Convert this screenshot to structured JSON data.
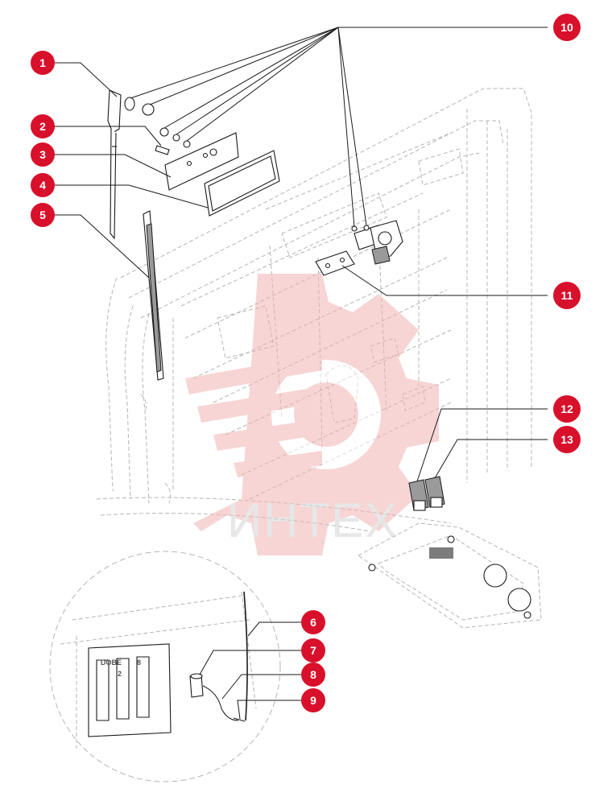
{
  "watermark": {
    "text": "ИНТЕХ",
    "color": "#f1b3b3"
  },
  "panel_labels": {
    "code": "DOBE",
    "num_a": "8",
    "num_b": "2"
  },
  "callouts": [
    {
      "label": "1",
      "part": "wiper-arm"
    },
    {
      "label": "2",
      "part": "spindle-nut"
    },
    {
      "label": "3",
      "part": "mounting-plate"
    },
    {
      "label": "4",
      "part": "rubber-gasket"
    },
    {
      "label": "5",
      "part": "wiper-blade"
    },
    {
      "label": "6",
      "part": "washer-hose"
    },
    {
      "label": "7",
      "part": "washer-pump"
    },
    {
      "label": "8",
      "part": "connector"
    },
    {
      "label": "9",
      "part": "nozzle"
    },
    {
      "label": "10",
      "part": "motor-fasteners"
    },
    {
      "label": "11",
      "part": "motor-bracket"
    },
    {
      "label": "12",
      "part": "switch-left"
    },
    {
      "label": "13",
      "part": "switch-right"
    }
  ],
  "colors": {
    "callout": "#d8102b",
    "line": "#1a1a1a",
    "ghost": "#b5b5b5"
  }
}
